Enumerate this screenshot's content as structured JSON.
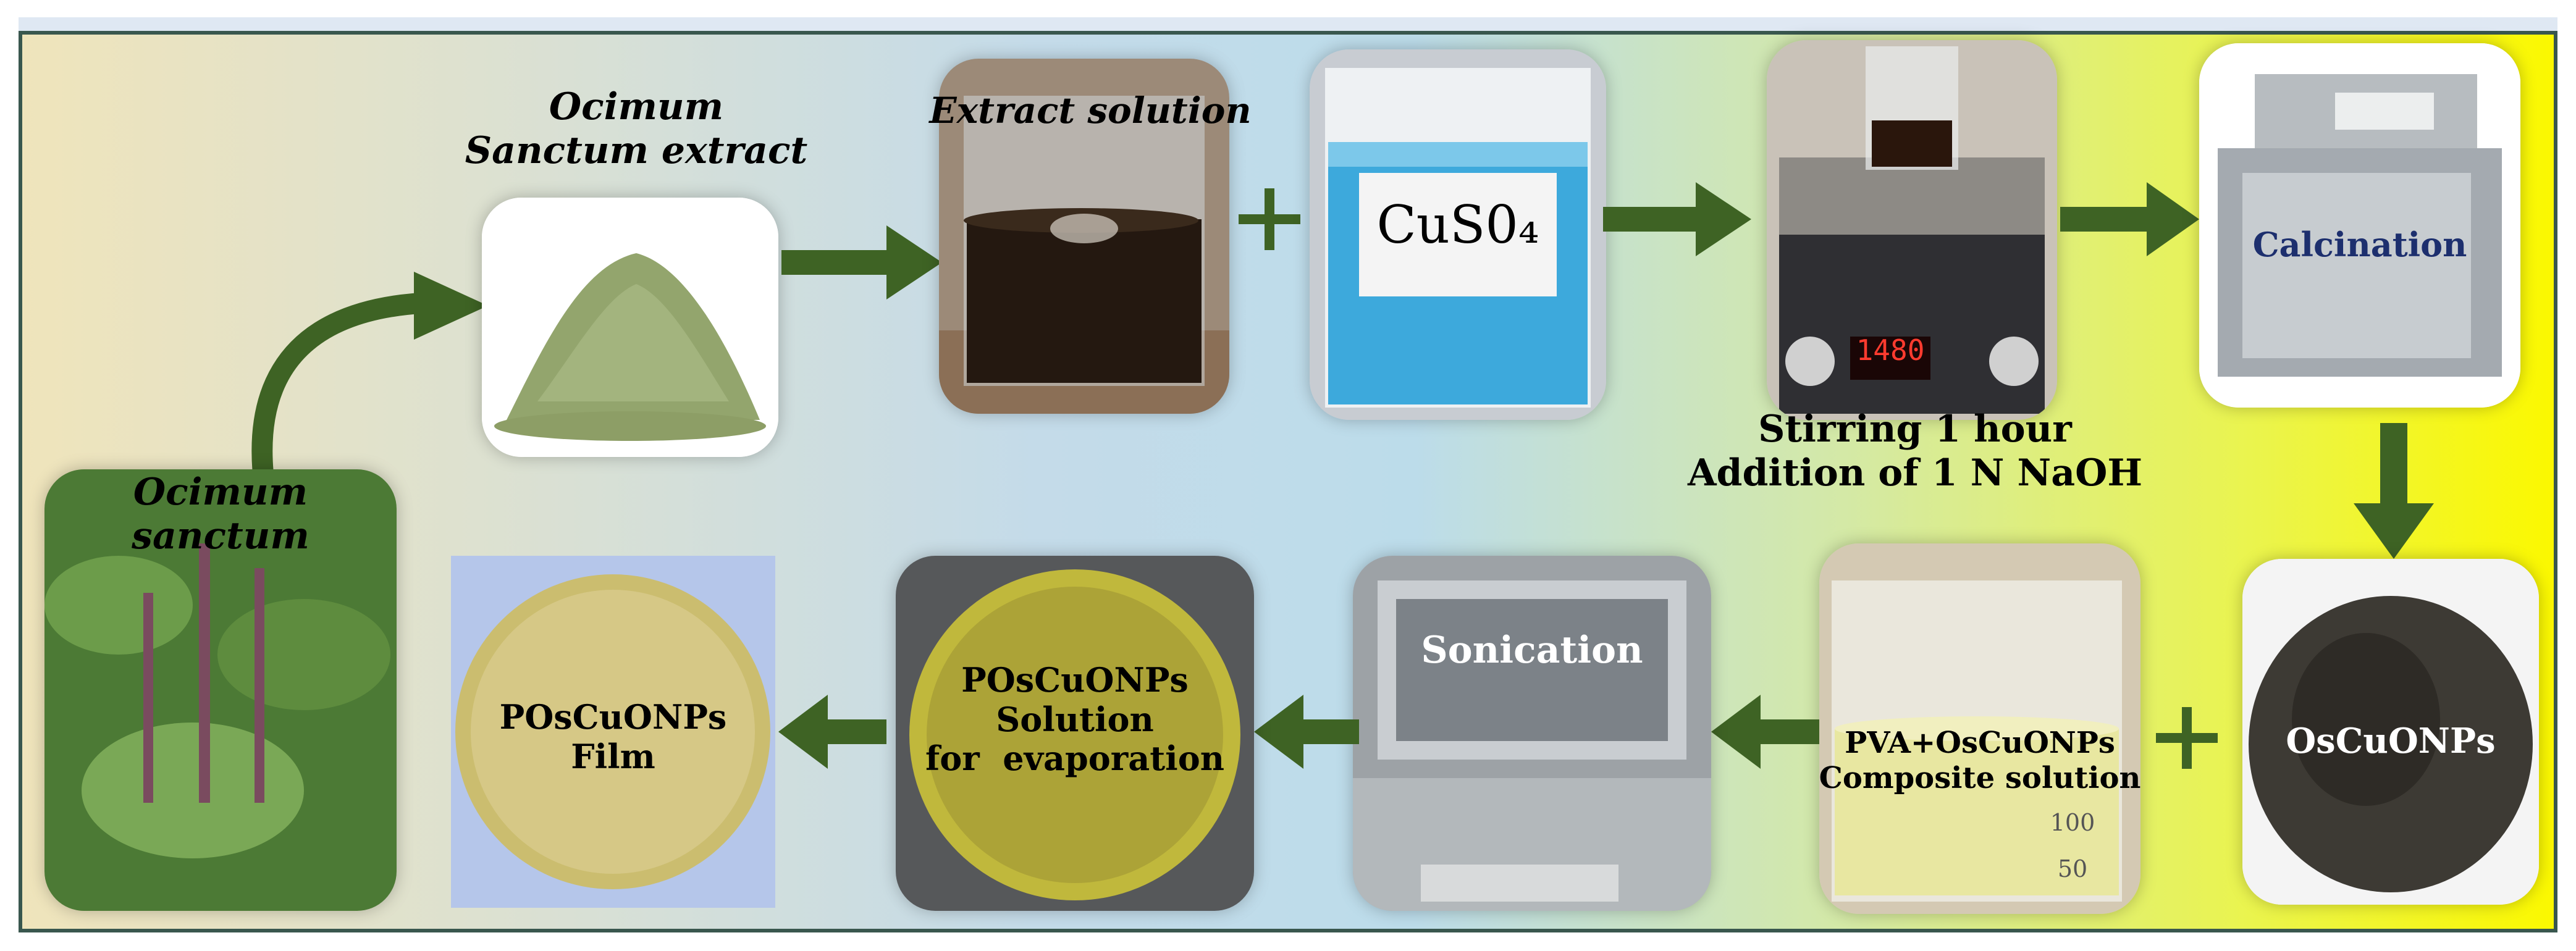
{
  "labels": {
    "ocimum_sanctum_extract": "Ocimum\nSanctum extract",
    "extract_solution": "Extract solution",
    "cuso4": "CuS0₄",
    "stirring": "Stirring 1 hour\nAddition of 1 N NaOH",
    "calcination": "Calcination",
    "ocimum_sanctum": "Ocimum\nsanctum",
    "oscuonps": "OsCuONPs",
    "pva_composite": "PVA+OsCuONPs\nComposite solution",
    "sonication": "Sonication",
    "posuconps_solution": "POsCuONPs\nSolution\nfor  evaporation",
    "posuconps_film": "POsCuONPs\nFilm"
  },
  "readouts": {
    "stirrer_display": "1480",
    "beaker_mark_100": "100",
    "beaker_mark_50": "50"
  },
  "colors": {
    "arrow": "#3e6324",
    "frame_border": "#39574e",
    "label_blue": "#1d2f6e"
  }
}
